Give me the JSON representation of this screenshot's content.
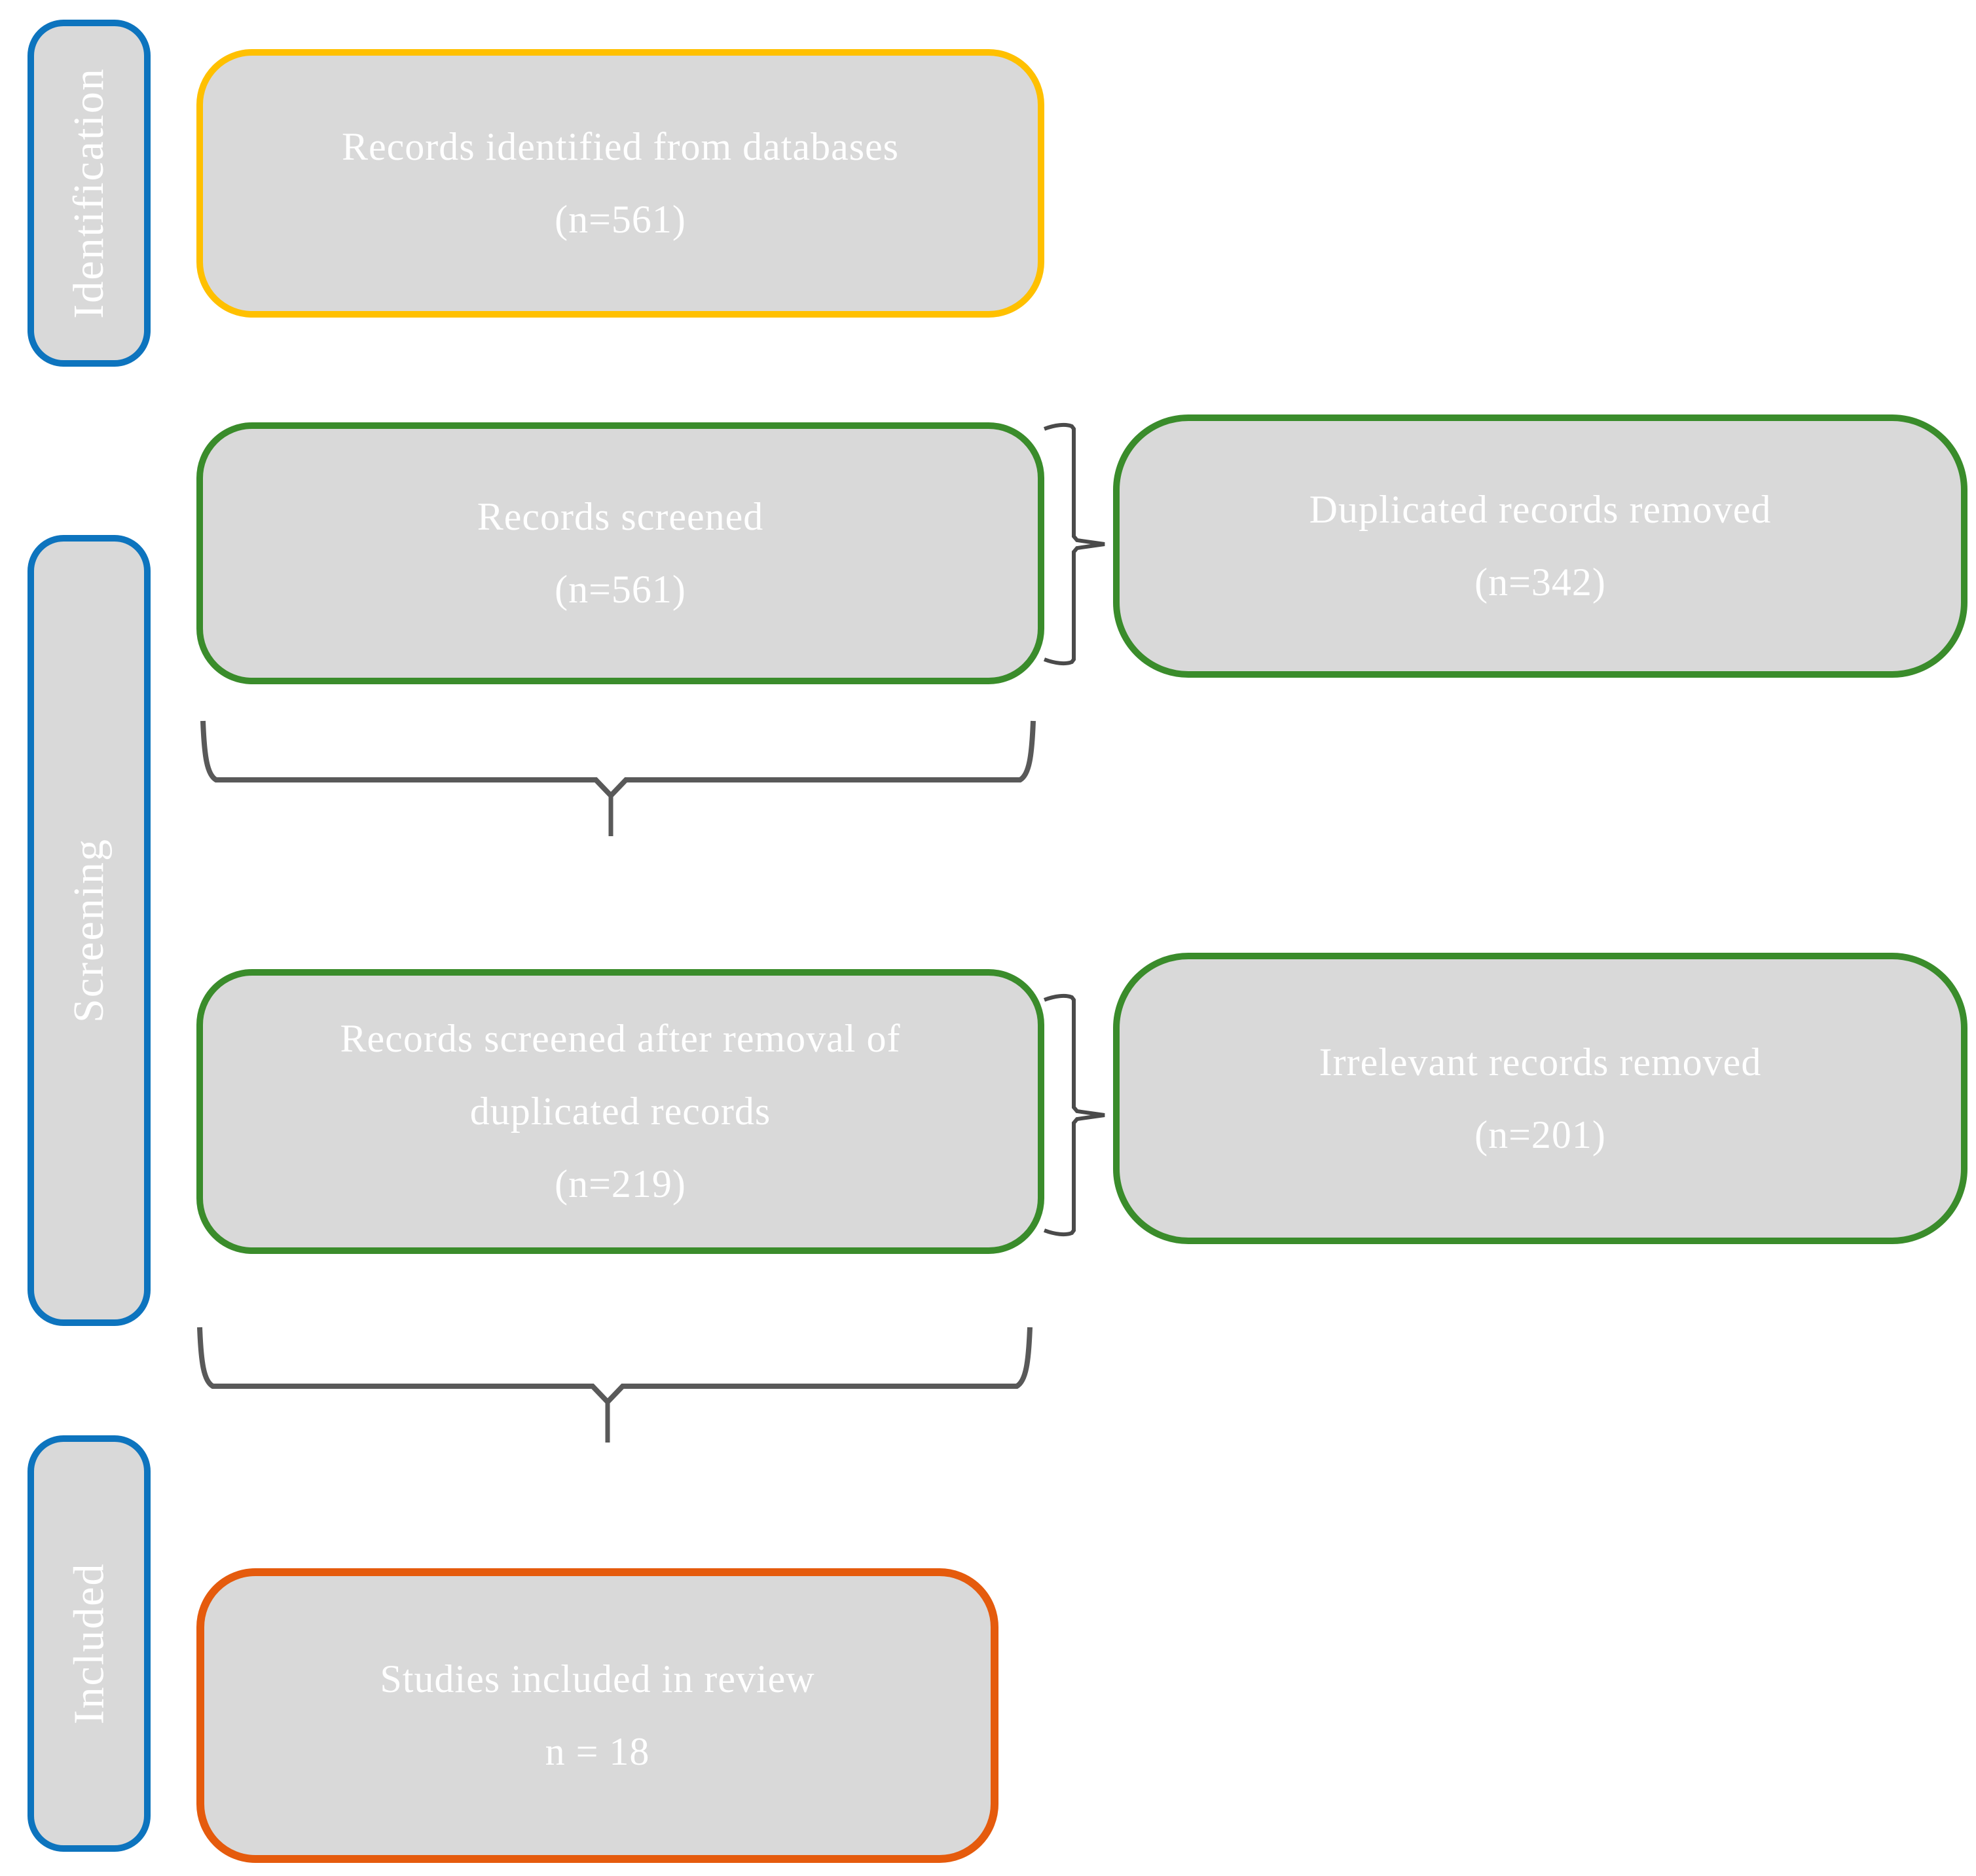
{
  "figure": {
    "type": "prisma-flow-diagram",
    "stages": [
      {
        "label": "Identification"
      },
      {
        "label": "Screening"
      },
      {
        "label": "Included"
      }
    ],
    "boxes": {
      "records_identified": {
        "lines": [
          "Records identified from databases",
          "(n=561)"
        ]
      },
      "records_screened": {
        "lines": [
          "Records screened",
          "(n=561)"
        ]
      },
      "duplicated_removed": {
        "lines": [
          "Duplicated records removed",
          "(n=342)"
        ]
      },
      "screened_after_removal": {
        "lines": [
          "Records screened after removal of",
          "duplicated records",
          "(n=219)"
        ]
      },
      "irrelevant_removed": {
        "lines": [
          "Irrelevant records removed",
          "(n=201)"
        ]
      },
      "studies_included": {
        "lines": [
          "Studies included in review",
          "n = 18"
        ]
      }
    },
    "connectors": [
      {
        "type": "right-brace",
        "from": "records_screened",
        "to": "duplicated_removed"
      },
      {
        "type": "down-brace",
        "from": "records_screened",
        "to": "screened_after_removal"
      },
      {
        "type": "right-brace",
        "from": "screened_after_removal",
        "to": "irrelevant_removed"
      },
      {
        "type": "down-brace",
        "from": "screened_after_removal",
        "to": "studies_included"
      }
    ],
    "colors": {
      "stage_border": "#0D74BE",
      "identified_border": "#FFC000",
      "screening_border": "#3A8C2B",
      "included_border": "#E55B0D",
      "box_fill": "#D9D9D9",
      "text": "#FFFFFF",
      "brace": "#595959"
    }
  }
}
